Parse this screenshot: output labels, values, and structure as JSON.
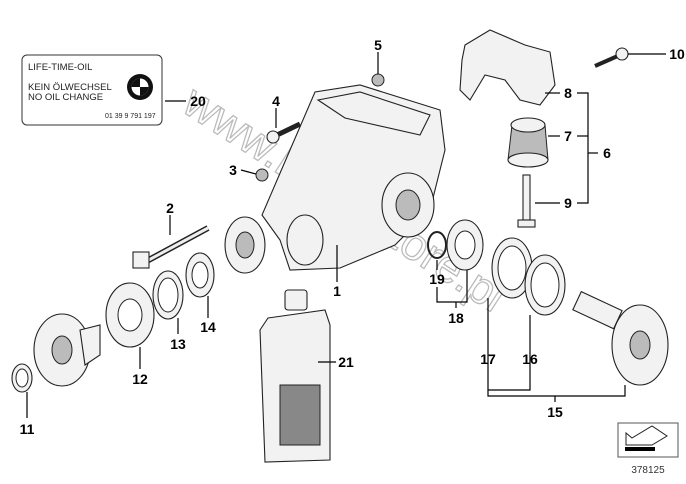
{
  "label_sticker": {
    "line1": "LIFE-TIME-OIL",
    "line2": "KEIN ÖLWECHSEL",
    "line3": "NO OIL CHANGE",
    "part_no": "01 39 9 791 197",
    "logo": "bmw-roundel"
  },
  "watermark": "www.BMWstore.pl",
  "diagram_number": "378125",
  "callouts": {
    "c1": "1",
    "c2": "2",
    "c3": "3",
    "c4": "4",
    "c5": "5",
    "c6": "6",
    "c7": "7",
    "c8": "8",
    "c9": "9",
    "c10": "10",
    "c11": "11",
    "c12": "12",
    "c13": "13",
    "c14": "14",
    "c15": "15",
    "c16": "16",
    "c17": "17",
    "c18": "18",
    "c19": "19",
    "c20": "20",
    "c21": "21"
  }
}
